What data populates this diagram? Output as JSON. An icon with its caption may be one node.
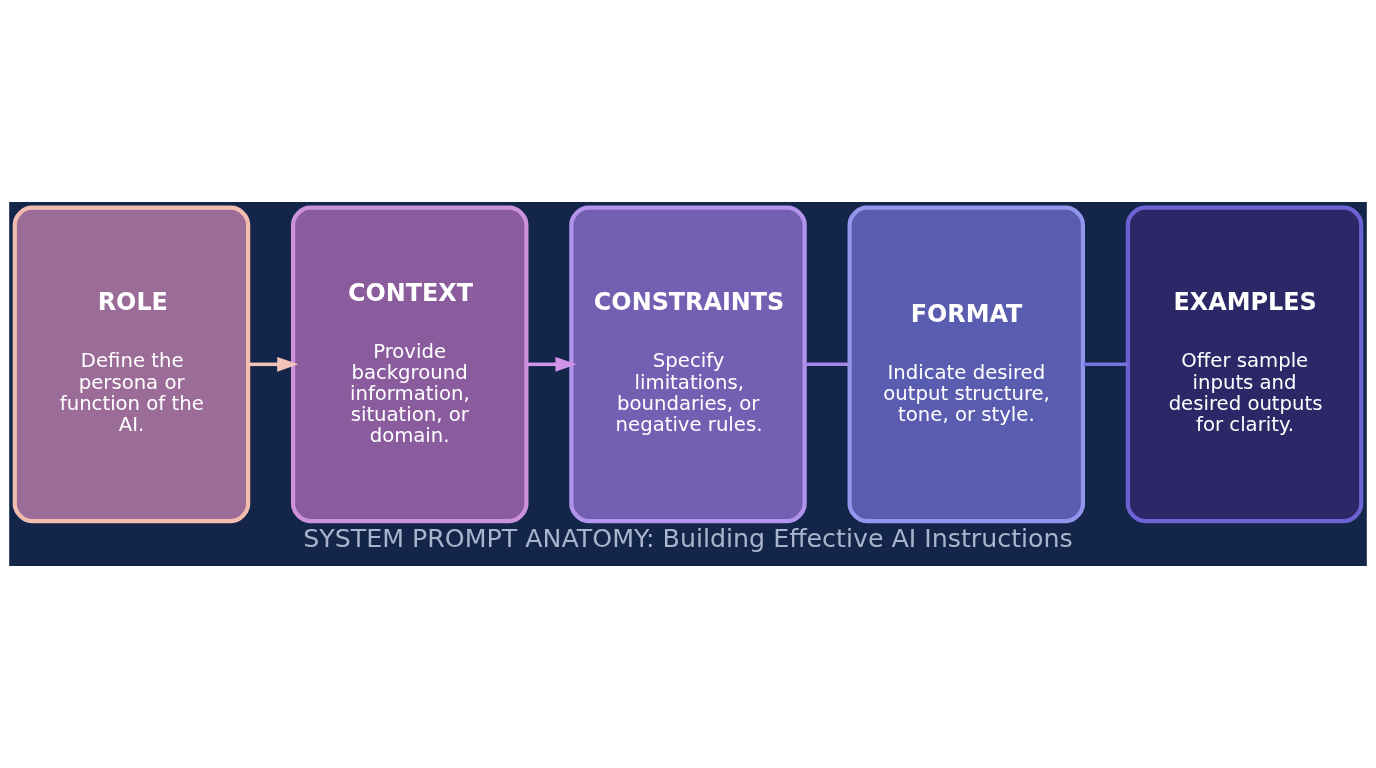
{
  "diagram": {
    "caption": "SYSTEM PROMPT ANATOMY: Building Effective AI Instructions",
    "nodes": [
      {
        "text": [
          "ROLE",
          "Define the persona or function of the AI."
        ]
      },
      {
        "text": [
          "CONTEXT",
          "Provide background information, situation, or domain."
        ]
      },
      {
        "text": [
          "CONSTRAINTS",
          "Specify limitations, boundaries, or negative rules."
        ]
      },
      {
        "text": [
          "FORMAT",
          "Indicate desired output structure, tone, or style."
        ]
      },
      {
        "text": [
          "EXAMPLES",
          "Offer sample inputs and desired outputs for clarity."
        ]
      }
    ],
    "edges": [
      {
        "from": 0,
        "to": 1,
        "arrow": "to",
        "color": "#f0c4b8"
      },
      {
        "from": 1,
        "to": 2,
        "arrow": "to",
        "color": "#d294ea"
      },
      {
        "from": 2,
        "to": 3,
        "arrow": "none",
        "color": "#a486e6"
      },
      {
        "from": 3,
        "to": 4,
        "arrow": "none",
        "color": "#7474dc"
      }
    ]
  }
}
